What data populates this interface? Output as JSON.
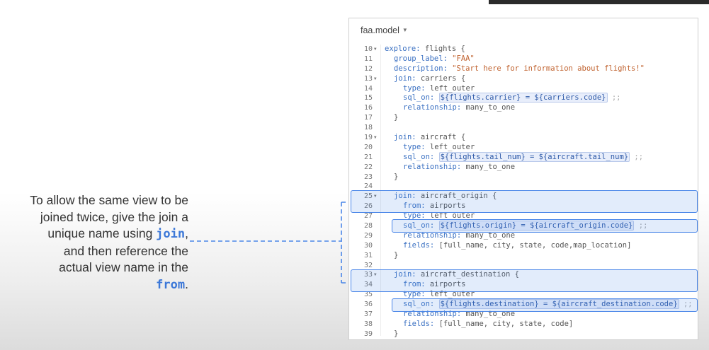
{
  "callout": {
    "line1": "To allow the same view to be",
    "line2": "joined twice, give the join a",
    "line3_pre": "unique name using ",
    "line3_kw": "join",
    "line3_post": ",",
    "line4": "and then reference the",
    "line5": "actual view name in the",
    "line6_kw": "from",
    "line6_post": "."
  },
  "editor": {
    "file_name": "faa.model",
    "lines": [
      {
        "n": "10",
        "fold": true,
        "indent": 0,
        "parts": [
          {
            "c": "k",
            "t": "explore:"
          },
          {
            "t": " flights {"
          }
        ]
      },
      {
        "n": "11",
        "fold": false,
        "indent": 1,
        "parts": [
          {
            "c": "k",
            "t": "group_label:"
          },
          {
            "c": "s",
            "t": " \"FAA\""
          }
        ]
      },
      {
        "n": "12",
        "fold": false,
        "indent": 1,
        "parts": [
          {
            "c": "k",
            "t": "description:"
          },
          {
            "c": "s",
            "t": " \"Start here for information about flights!\""
          }
        ]
      },
      {
        "n": "13",
        "fold": true,
        "indent": 1,
        "parts": [
          {
            "c": "k",
            "t": "join:"
          },
          {
            "t": " carriers {"
          }
        ]
      },
      {
        "n": "14",
        "fold": false,
        "indent": 2,
        "parts": [
          {
            "c": "k",
            "t": "type:"
          },
          {
            "t": " left_outer"
          }
        ]
      },
      {
        "n": "15",
        "fold": false,
        "indent": 2,
        "parts": [
          {
            "c": "k",
            "t": "sql_on:"
          },
          {
            "t": " "
          },
          {
            "c": "ref",
            "t": "${flights.carrier} = ${carriers.code}"
          },
          {
            "c": "semi",
            "t": " ;;"
          }
        ]
      },
      {
        "n": "16",
        "fold": false,
        "indent": 2,
        "parts": [
          {
            "c": "k",
            "t": "relationship:"
          },
          {
            "t": " many_to_one"
          }
        ]
      },
      {
        "n": "17",
        "fold": false,
        "indent": 1,
        "parts": [
          {
            "t": "}"
          }
        ]
      },
      {
        "n": "18",
        "fold": false,
        "indent": 0,
        "parts": []
      },
      {
        "n": "19",
        "fold": true,
        "indent": 1,
        "parts": [
          {
            "c": "k",
            "t": "join:"
          },
          {
            "t": " aircraft {"
          }
        ]
      },
      {
        "n": "20",
        "fold": false,
        "indent": 2,
        "parts": [
          {
            "c": "k",
            "t": "type:"
          },
          {
            "t": " left_outer"
          }
        ]
      },
      {
        "n": "21",
        "fold": false,
        "indent": 2,
        "parts": [
          {
            "c": "k",
            "t": "sql_on:"
          },
          {
            "t": " "
          },
          {
            "c": "ref",
            "t": "${flights.tail_num} = ${aircraft.tail_num}"
          },
          {
            "c": "semi",
            "t": " ;;"
          }
        ]
      },
      {
        "n": "22",
        "fold": false,
        "indent": 2,
        "parts": [
          {
            "c": "k",
            "t": "relationship:"
          },
          {
            "t": " many_to_one"
          }
        ]
      },
      {
        "n": "23",
        "fold": false,
        "indent": 1,
        "parts": [
          {
            "t": "}"
          }
        ]
      },
      {
        "n": "24",
        "fold": false,
        "indent": 0,
        "parts": []
      },
      {
        "n": "25",
        "fold": true,
        "indent": 1,
        "parts": [
          {
            "c": "k",
            "t": "join:"
          },
          {
            "t": " aircraft_origin {"
          }
        ]
      },
      {
        "n": "26",
        "fold": false,
        "indent": 2,
        "parts": [
          {
            "c": "k",
            "t": "from:"
          },
          {
            "t": " airports"
          }
        ]
      },
      {
        "n": "27",
        "fold": false,
        "indent": 2,
        "parts": [
          {
            "c": "k",
            "t": "type:"
          },
          {
            "t": " left_outer"
          }
        ]
      },
      {
        "n": "28",
        "fold": false,
        "indent": 2,
        "parts": [
          {
            "c": "k",
            "t": "sql_on:"
          },
          {
            "t": " "
          },
          {
            "c": "ref",
            "t": "${flights.origin} = ${aircraft_origin.code}"
          },
          {
            "c": "semi",
            "t": " ;;"
          }
        ]
      },
      {
        "n": "29",
        "fold": false,
        "indent": 2,
        "parts": [
          {
            "c": "k",
            "t": "relationship:"
          },
          {
            "t": " many_to_one"
          }
        ]
      },
      {
        "n": "30",
        "fold": false,
        "indent": 2,
        "parts": [
          {
            "c": "k",
            "t": "fields:"
          },
          {
            "t": " [full_name, city, state, code,map_location]"
          }
        ]
      },
      {
        "n": "31",
        "fold": false,
        "indent": 1,
        "parts": [
          {
            "t": "}"
          }
        ]
      },
      {
        "n": "32",
        "fold": false,
        "indent": 0,
        "parts": []
      },
      {
        "n": "33",
        "fold": true,
        "indent": 1,
        "parts": [
          {
            "c": "k",
            "t": "join:"
          },
          {
            "t": " aircraft_destination {"
          }
        ]
      },
      {
        "n": "34",
        "fold": false,
        "indent": 2,
        "parts": [
          {
            "c": "k",
            "t": "from:"
          },
          {
            "t": " airports"
          }
        ]
      },
      {
        "n": "35",
        "fold": false,
        "indent": 2,
        "parts": [
          {
            "c": "k",
            "t": "type:"
          },
          {
            "t": " left_outer"
          }
        ]
      },
      {
        "n": "36",
        "fold": false,
        "indent": 2,
        "parts": [
          {
            "c": "k",
            "t": "sql_on:"
          },
          {
            "t": " "
          },
          {
            "c": "ref",
            "t": "${flights.destination} = ${aircraft_destination.code}"
          },
          {
            "c": "semi",
            "t": " ;;"
          }
        ]
      },
      {
        "n": "37",
        "fold": false,
        "indent": 2,
        "parts": [
          {
            "c": "k",
            "t": "relationship:"
          },
          {
            "t": " many_to_one"
          }
        ]
      },
      {
        "n": "38",
        "fold": false,
        "indent": 2,
        "parts": [
          {
            "c": "k",
            "t": "fields:"
          },
          {
            "t": " [full_name, city, state, code]"
          }
        ]
      },
      {
        "n": "39",
        "fold": false,
        "indent": 1,
        "parts": [
          {
            "t": "}"
          }
        ]
      }
    ]
  },
  "colors": {
    "highlight": "#4a86e8",
    "keyword": "#3a70c2",
    "string": "#c0622f",
    "callout_keyword": "#3c78d8"
  }
}
